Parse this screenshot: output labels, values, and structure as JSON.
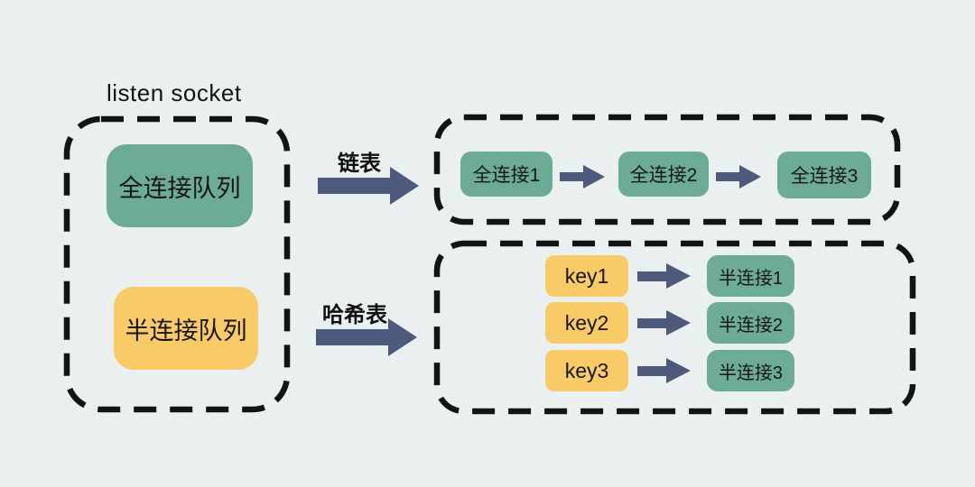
{
  "title": "listen socket",
  "colors": {
    "background": "#eaefef",
    "teal": "#6cac97",
    "yellow": "#f8cb67",
    "arrow": "#4e5a7b",
    "dash_border": "#141414",
    "text": "#161616"
  },
  "listen_socket": {
    "queues": [
      {
        "label": "全连接队列",
        "color": "#6cac97"
      },
      {
        "label": "半连接队列",
        "color": "#f8cb67"
      }
    ]
  },
  "edges": [
    {
      "label": "链表"
    },
    {
      "label": "哈希表"
    }
  ],
  "linked_list": {
    "nodes": [
      "全连接1",
      "全连接2",
      "全连接3"
    ]
  },
  "hash_table": {
    "entries": [
      {
        "key": "key1",
        "value": "半连接1"
      },
      {
        "key": "key2",
        "value": "半连接2"
      },
      {
        "key": "key3",
        "value": "半连接3"
      }
    ]
  }
}
